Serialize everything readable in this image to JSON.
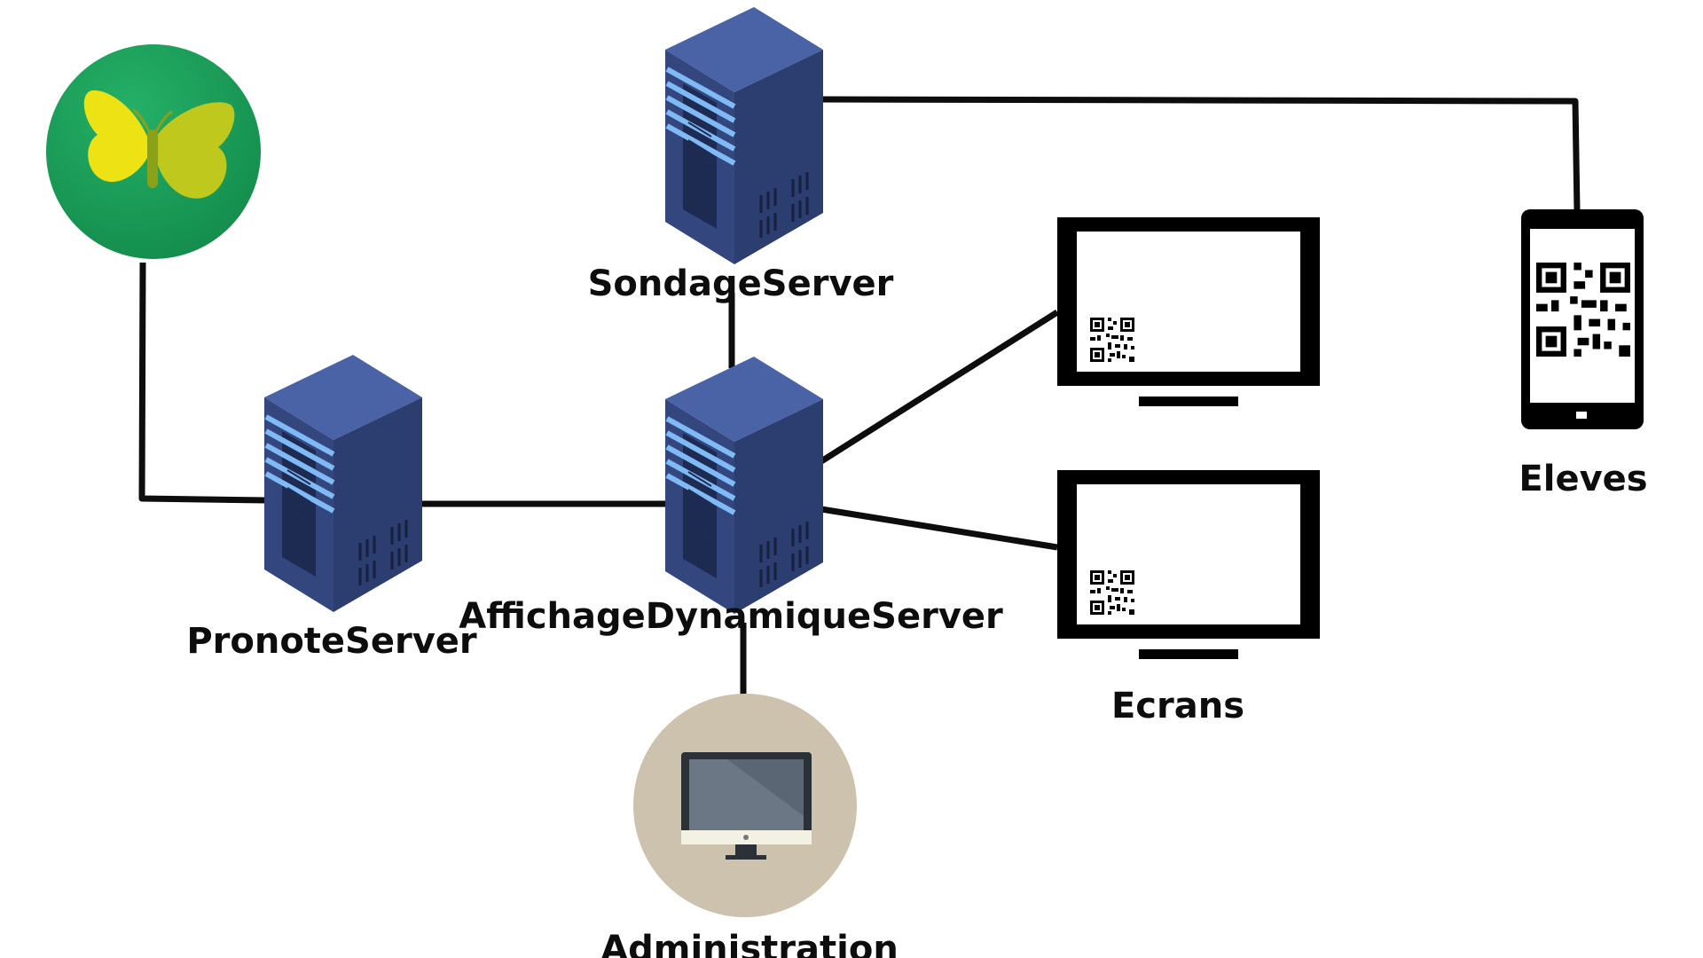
{
  "nodes": {
    "sondage": {
      "label": "SondageServer"
    },
    "affichage": {
      "label": "AffichageDynamiqueServer"
    },
    "pronote": {
      "label": "PronoteServer"
    },
    "ecrans": {
      "label": "Ecrans"
    },
    "eleves": {
      "label": "Eleves"
    },
    "administration": {
      "label": "Administration"
    }
  },
  "icons": {
    "pronote_logo": "butterfly-logo-icon",
    "server": "server-rack-icon",
    "screen": "monitor-with-qr-icon",
    "phone": "smartphone-with-qr-icon",
    "admin": "desktop-computer-icon"
  },
  "colors": {
    "server_body": "#34487f",
    "server_light": "#6aa9ee",
    "logo_green": "#1a9e58",
    "butterfly": "#e6dc14",
    "admin_circle": "#cdc2ae",
    "line": "#0d0d0d"
  }
}
